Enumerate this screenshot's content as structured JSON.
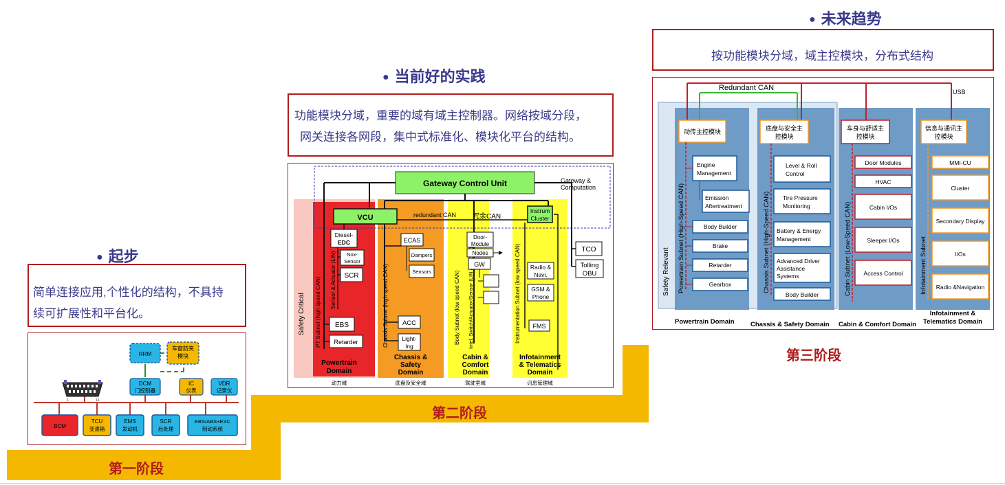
{
  "stage1": {
    "heading": "起步",
    "description_line1": "简单连接应用,个性化的结构，不具持",
    "description_line2": "续可扩展性和平台化。",
    "label": "第一阶段",
    "diagram": {
      "top_nodes": [
        {
          "id": "rrm",
          "line1": "RRM",
          "line2": ""
        },
        {
          "id": "window",
          "line1": "车窗防夹",
          "line2": "模块"
        },
        {
          "id": "dcm",
          "line1": "DCM",
          "line2": "门控制器"
        },
        {
          "id": "ic",
          "line1": "IC",
          "line2": "仪表"
        },
        {
          "id": "vdr",
          "line1": "VDR",
          "line2": "记录仪"
        }
      ],
      "bottom_nodes": [
        {
          "id": "bcm",
          "line1": "BCM",
          "line2": ""
        },
        {
          "id": "tcu",
          "line1": "TCU",
          "line2": "变速箱"
        },
        {
          "id": "ems",
          "line1": "EMS",
          "line2": "发动机"
        },
        {
          "id": "scr",
          "line1": "SCR",
          "line2": "后处理"
        },
        {
          "id": "ebs",
          "line1": "EBS/ABS+ESC",
          "line2": "制动系统"
        }
      ],
      "obd_pins_left": "1",
      "obd_pins_right": "16"
    }
  },
  "stage2": {
    "heading": "当前好的实践",
    "description_line1": "功能模块分域，重要的域有域主控制器。网络按域分段，",
    "description_line2": "网关连接各网段，集中式标准化、模块化平台的结构。",
    "label": "第二阶段",
    "diagram": {
      "gateway": "Gateway Control Unit",
      "gateway_note_line1": "Gateway &",
      "gateway_note_line2": "Computation",
      "vcu": "VCU",
      "redundant_can_en": "redundant CAN",
      "redundant_can_cn": "冗余CAN",
      "instrum_line1": "Instrum",
      "instrum_line2": "Cluster",
      "safety_critical": "Safety Critical",
      "pt_subnet": "PT Subnet (high speed CAN)",
      "sensor_actuator": "Sensor & Actuator (LIN)",
      "diesel_line1": "Diesel-",
      "diesel_line2": "EDC",
      "nox_line1": "Nox-",
      "nox_line2": "Sensor",
      "scr": "SCR",
      "ebs": "EBS",
      "retarder": "Retarder",
      "chassis_subnet": "Chassis Subnet (high speed CAN)",
      "ecas": "ECAS",
      "dampers": "Dampers",
      "sensors": "Sensors",
      "acc": "ACC",
      "lighting_line1": "Light-",
      "lighting_line2": "ing",
      "body_subnet": "Body Subnet (low speed CAN)",
      "intel_switch": "Intel. Switch/Actuator/Sensor (LIN / LS CAN)",
      "door_line1": "Door-",
      "door_line2": "Module",
      "nodes": "Nodes",
      "gw": "GW",
      "instr_subnet": "Instrumentation Subnet (low speed CAN)",
      "radio_line1": "Radio &",
      "radio_line2": "Navi.",
      "gsm_line1": "GSM &",
      "gsm_line2": "Phone",
      "fms": "FMS",
      "tco": "TCO",
      "tolling_line1": "Tolling",
      "tolling_line2": "OBU",
      "domains": [
        {
          "line1": "Powertrain",
          "line2": "Domain",
          "line3": "",
          "cn": "动力域"
        },
        {
          "line1": "Chassis &",
          "line2": "Safety",
          "line3": "Domain",
          "cn": "底盘及安全域"
        },
        {
          "line1": "Cabin &",
          "line2": "Comfort",
          "line3": "Domain",
          "cn": "驾驶室域"
        },
        {
          "line1": "Infotainment",
          "line2": "& Telematics",
          "line3": "Domain",
          "cn": "讯息管理域"
        }
      ]
    }
  },
  "stage3": {
    "heading": "未来趋势",
    "description": "按功能模块分域，域主控模块，分布式结构",
    "label": "第三阶段",
    "diagram": {
      "redundant_can": "Redundant CAN",
      "usb": "USB",
      "safety_relevant": "Safety Relevant",
      "columns": [
        {
          "head": "动传主控模块",
          "head2": "",
          "subnet": "Powertrain Subnet (High-Speed CAN)",
          "items": [
            {
              "line1": "Engine",
              "line2": "Management"
            },
            {
              "line1": "Emission",
              "line2": "Aftertreatment"
            },
            {
              "line1": "Body Builder",
              "line2": ""
            },
            {
              "line1": "Brake",
              "line2": ""
            },
            {
              "line1": "Retarder",
              "line2": ""
            },
            {
              "line1": "Gearbox",
              "line2": ""
            }
          ],
          "domain_line1": "Powertrain Domain",
          "domain_line2": ""
        },
        {
          "head": "底盘与安全主",
          "head2": "控模块",
          "subnet": "Chassis Subnet (High-Speed CAN)",
          "items": [
            {
              "line1": "Level & Roll",
              "line2": "Control",
              "line3": ""
            },
            {
              "line1": "Tire Pressure",
              "line2": "Monitoring",
              "line3": ""
            },
            {
              "line1": "Battery & Energy",
              "line2": "Management",
              "line3": ""
            },
            {
              "line1": "Advanced Driver",
              "line2": "Assistance",
              "line3": "Systems"
            },
            {
              "line1": "Body Builder",
              "line2": "",
              "line3": ""
            }
          ],
          "domain_line1": "Chassis & Safety Domain",
          "domain_line2": ""
        },
        {
          "head": "车身与舒适主",
          "head2": "控模块",
          "subnet": "Cabin Subnet (Low-Speed CAN)",
          "items": [
            {
              "line1": "Door Modules"
            },
            {
              "line1": "HVAC"
            },
            {
              "line1": "Cabin I/Os"
            },
            {
              "line1": "Sleeper I/Os"
            },
            {
              "line1": "Access Control"
            }
          ],
          "domain_line1": "Cabin & Comfort Domain",
          "domain_line2": ""
        },
        {
          "head": "信息与通讯主",
          "head2": "控模块",
          "subnet": "Infotainment Subnet",
          "items": [
            {
              "line1": "MMI-CU"
            },
            {
              "line1": "Cluster"
            },
            {
              "line1": "Secondary Display"
            },
            {
              "line1": "I/Os"
            },
            {
              "line1": "Radio &Navigation"
            }
          ],
          "domain_line1": "Infotainment &",
          "domain_line2": "Telematics Domain"
        }
      ]
    }
  },
  "colors": {
    "heading": "#3a3a8c",
    "stage_label": "#b01c1c",
    "stairs": "#f5b800",
    "red": "#e8262a",
    "orange": "#f59a23",
    "yellow": "#ffff33",
    "green": "#8ef268",
    "blue_column": "#6f9bc7",
    "cyan": "#29b6e6"
  }
}
